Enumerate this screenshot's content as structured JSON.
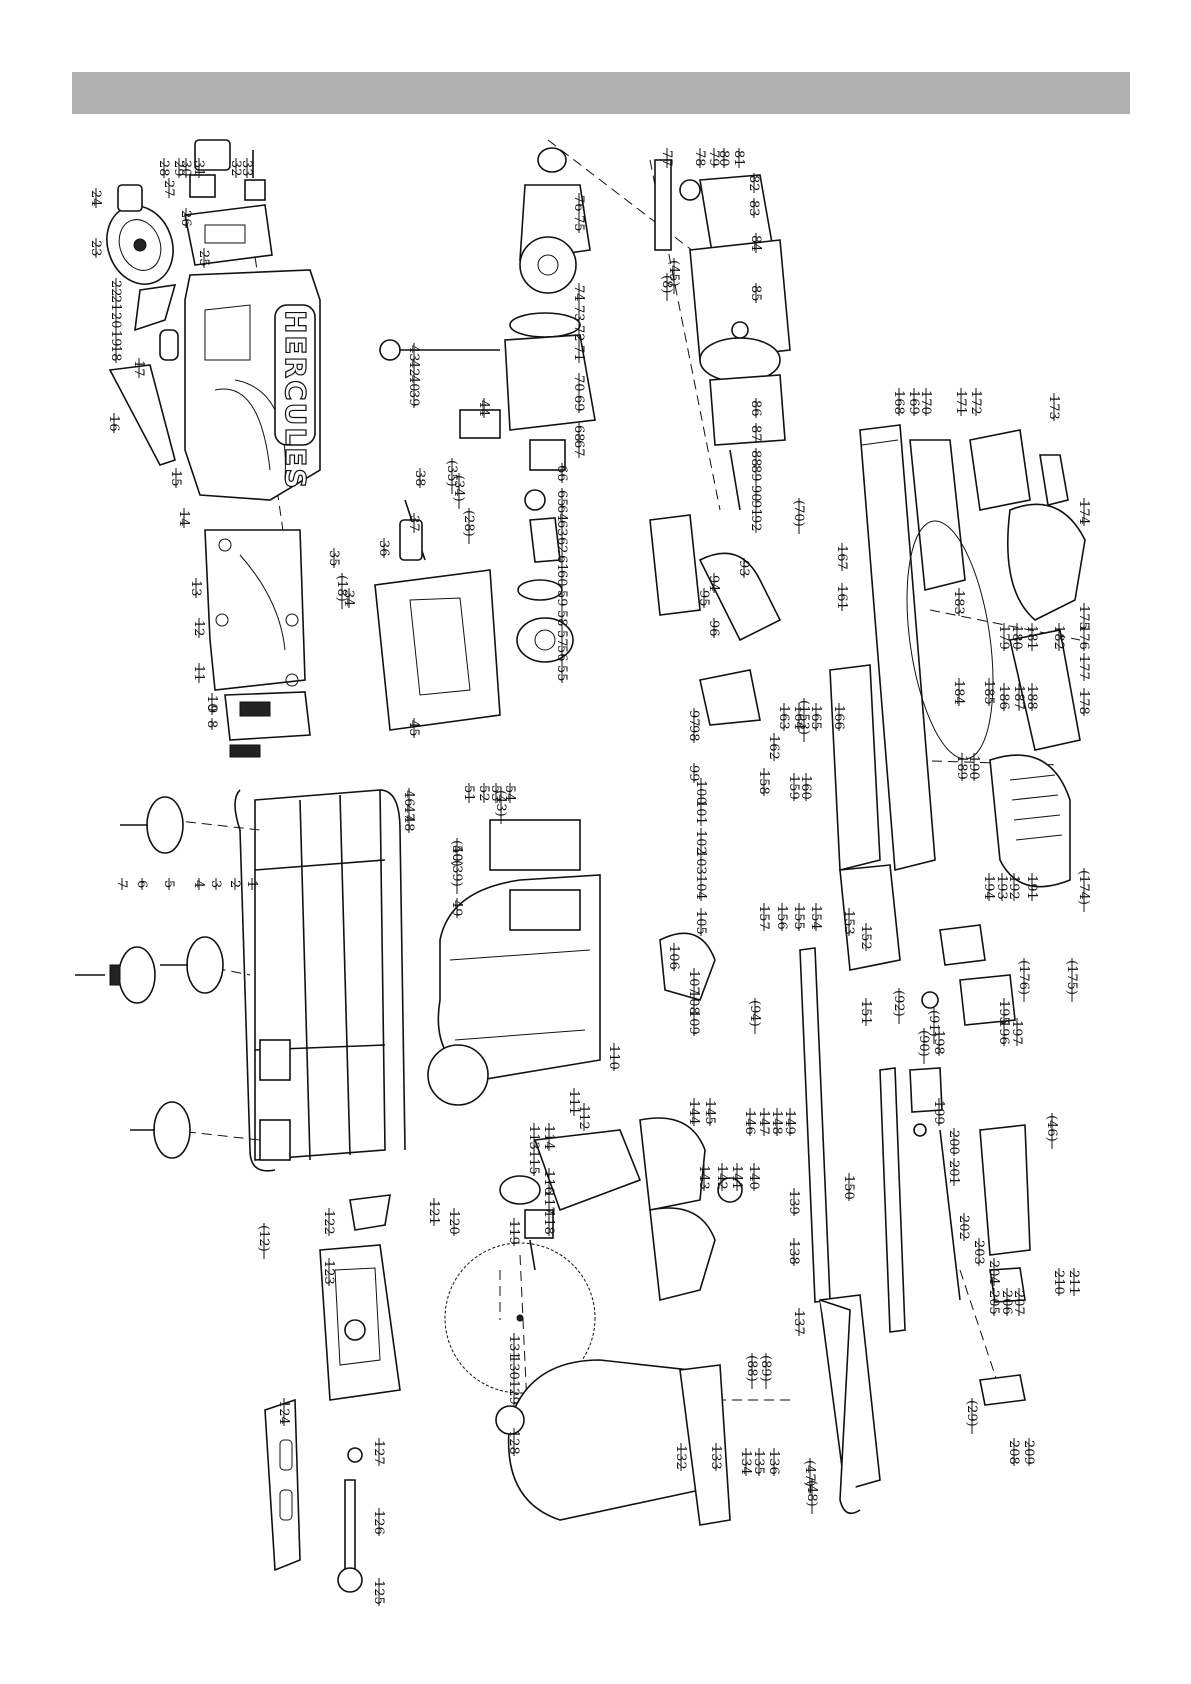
{
  "header": {
    "color": "#b0b0b0"
  },
  "brand_text": "HERCULES",
  "part_numbers": [
    "1",
    "2",
    "3",
    "4",
    "5",
    "6",
    "7",
    "8",
    "9",
    "10",
    "11",
    "12",
    "13",
    "14",
    "15",
    "16",
    "17",
    "18",
    "19",
    "20",
    "21",
    "22",
    "23",
    "24",
    "25",
    "26",
    "27",
    "28",
    "29",
    "30",
    "31",
    "32",
    "33",
    "34",
    "35",
    "36",
    "37",
    "38",
    "39",
    "40",
    "42",
    "43",
    "44",
    "45",
    "46",
    "47",
    "48",
    "49",
    "50",
    "51",
    "52",
    "53",
    "54",
    "55",
    "56",
    "57",
    "58",
    "59",
    "60",
    "61",
    "62",
    "63",
    "64",
    "65",
    "66",
    "67",
    "68",
    "69",
    "70",
    "71",
    "72",
    "73",
    "74",
    "75",
    "76",
    "77",
    "78",
    "79",
    "80",
    "81",
    "82",
    "83",
    "84",
    "85",
    "86",
    "87",
    "88",
    "89",
    "90",
    "91",
    "92",
    "93",
    "94",
    "95",
    "96",
    "97",
    "98",
    "99",
    "100",
    "101",
    "102",
    "103",
    "104",
    "105",
    "106",
    "107",
    "108",
    "109",
    "110",
    "111",
    "112",
    "113",
    "114",
    "115",
    "116",
    "117",
    "118",
    "119",
    "120",
    "121",
    "122",
    "123",
    "124",
    "125",
    "126",
    "127",
    "128",
    "129",
    "130",
    "131",
    "132",
    "133",
    "134",
    "135",
    "136",
    "137",
    "138",
    "139",
    "140",
    "141",
    "142",
    "143",
    "144",
    "145",
    "146",
    "147",
    "148",
    "149",
    "150",
    "151",
    "152",
    "153",
    "154",
    "155",
    "156",
    "157",
    "158",
    "159",
    "160",
    "161",
    "162",
    "163",
    "164",
    "165",
    "166",
    "167",
    "168",
    "169",
    "170",
    "171",
    "172",
    "173",
    "174",
    "175",
    "176",
    "177",
    "178",
    "179",
    "180",
    "181",
    "182",
    "183",
    "184",
    "185",
    "186",
    "187",
    "188",
    "189",
    "190",
    "191",
    "192",
    "193",
    "194",
    "195",
    "196",
    "197",
    "198",
    "199",
    "200",
    "201",
    "202",
    "203",
    "204",
    "205",
    "206",
    "207",
    "208",
    "209",
    "210",
    "211"
  ],
  "ref_numbers": [
    "(8)",
    "(12)",
    "(18)",
    "(28)",
    "(29)",
    "(34)",
    "(35)",
    "(39)",
    "(40)",
    "(43)",
    "(45)",
    "(46)",
    "(47)",
    "(48)",
    "(70)",
    "(88)",
    "(89)",
    "(90)",
    "(91)",
    "(92)",
    "(94)",
    "(153)",
    "(174)",
    "(175)",
    "(176)"
  ]
}
